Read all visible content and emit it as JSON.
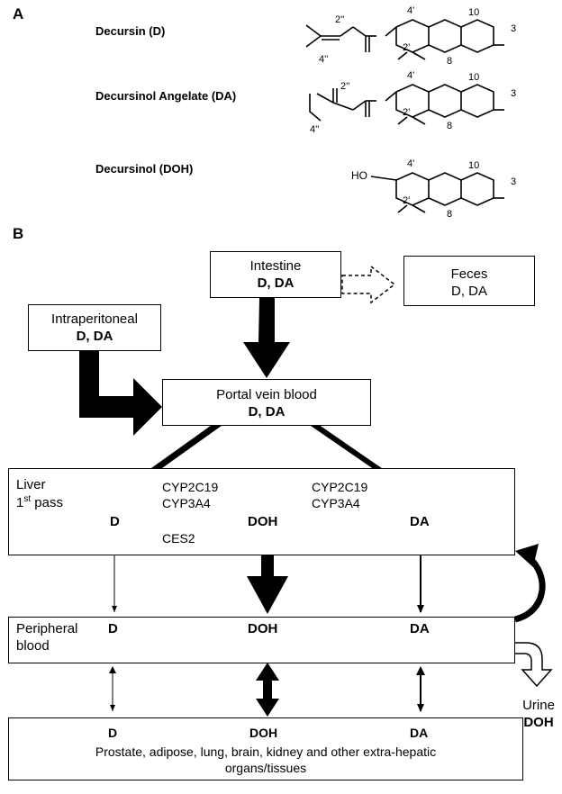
{
  "panel_a": {
    "letter": "A",
    "compounds": [
      {
        "name": "Decursin (D)",
        "labels": {
          "a": "2''",
          "b": "4''",
          "c": "4'",
          "d": "2'",
          "e": "10",
          "f": "3",
          "g": "8"
        }
      },
      {
        "name": "Decursinol Angelate (DA)",
        "labels": {
          "a": "2''",
          "b": "4''",
          "c": "4'",
          "d": "2'",
          "e": "10",
          "f": "3",
          "g": "8"
        }
      },
      {
        "name": "Decursinol (DOH)",
        "labels": {
          "ho": "HO",
          "c": "4'",
          "d": "2'",
          "e": "10",
          "f": "3",
          "g": "8"
        }
      }
    ]
  },
  "panel_b": {
    "letter": "B",
    "intestine": {
      "title": "Intestine",
      "content": "D, DA"
    },
    "feces": {
      "title": "Feces",
      "content": "D, DA"
    },
    "intraperitoneal": {
      "title": "Intraperitoneal",
      "content": "D, DA"
    },
    "portal": {
      "title": "Portal vein blood",
      "content": "D, DA"
    },
    "liver": {
      "title": "Liver",
      "subtitle_main": "1",
      "subtitle_sup": "st",
      "subtitle_rest": " pass",
      "enzyme_left_1": "CYP2C19",
      "enzyme_left_2": "CYP3A4",
      "enzyme_right_1": "CYP2C19",
      "enzyme_right_2": "CYP3A4",
      "enzyme_bottom": "CES2",
      "node_d": "D",
      "node_doh": "DOH",
      "node_da": "DA"
    },
    "peripheral": {
      "title_1": "Peripheral",
      "title_2": "blood",
      "node_d": "D",
      "node_doh": "DOH",
      "node_da": "DA"
    },
    "urine": {
      "title": "Urine",
      "content": "DOH"
    },
    "tissues": {
      "node_d": "D",
      "node_doh": "DOH",
      "node_da": "DA",
      "line_1": "Prostate, adipose, lung, brain, kidney and other extra-hepatic",
      "line_2": "organs/tissues"
    }
  }
}
